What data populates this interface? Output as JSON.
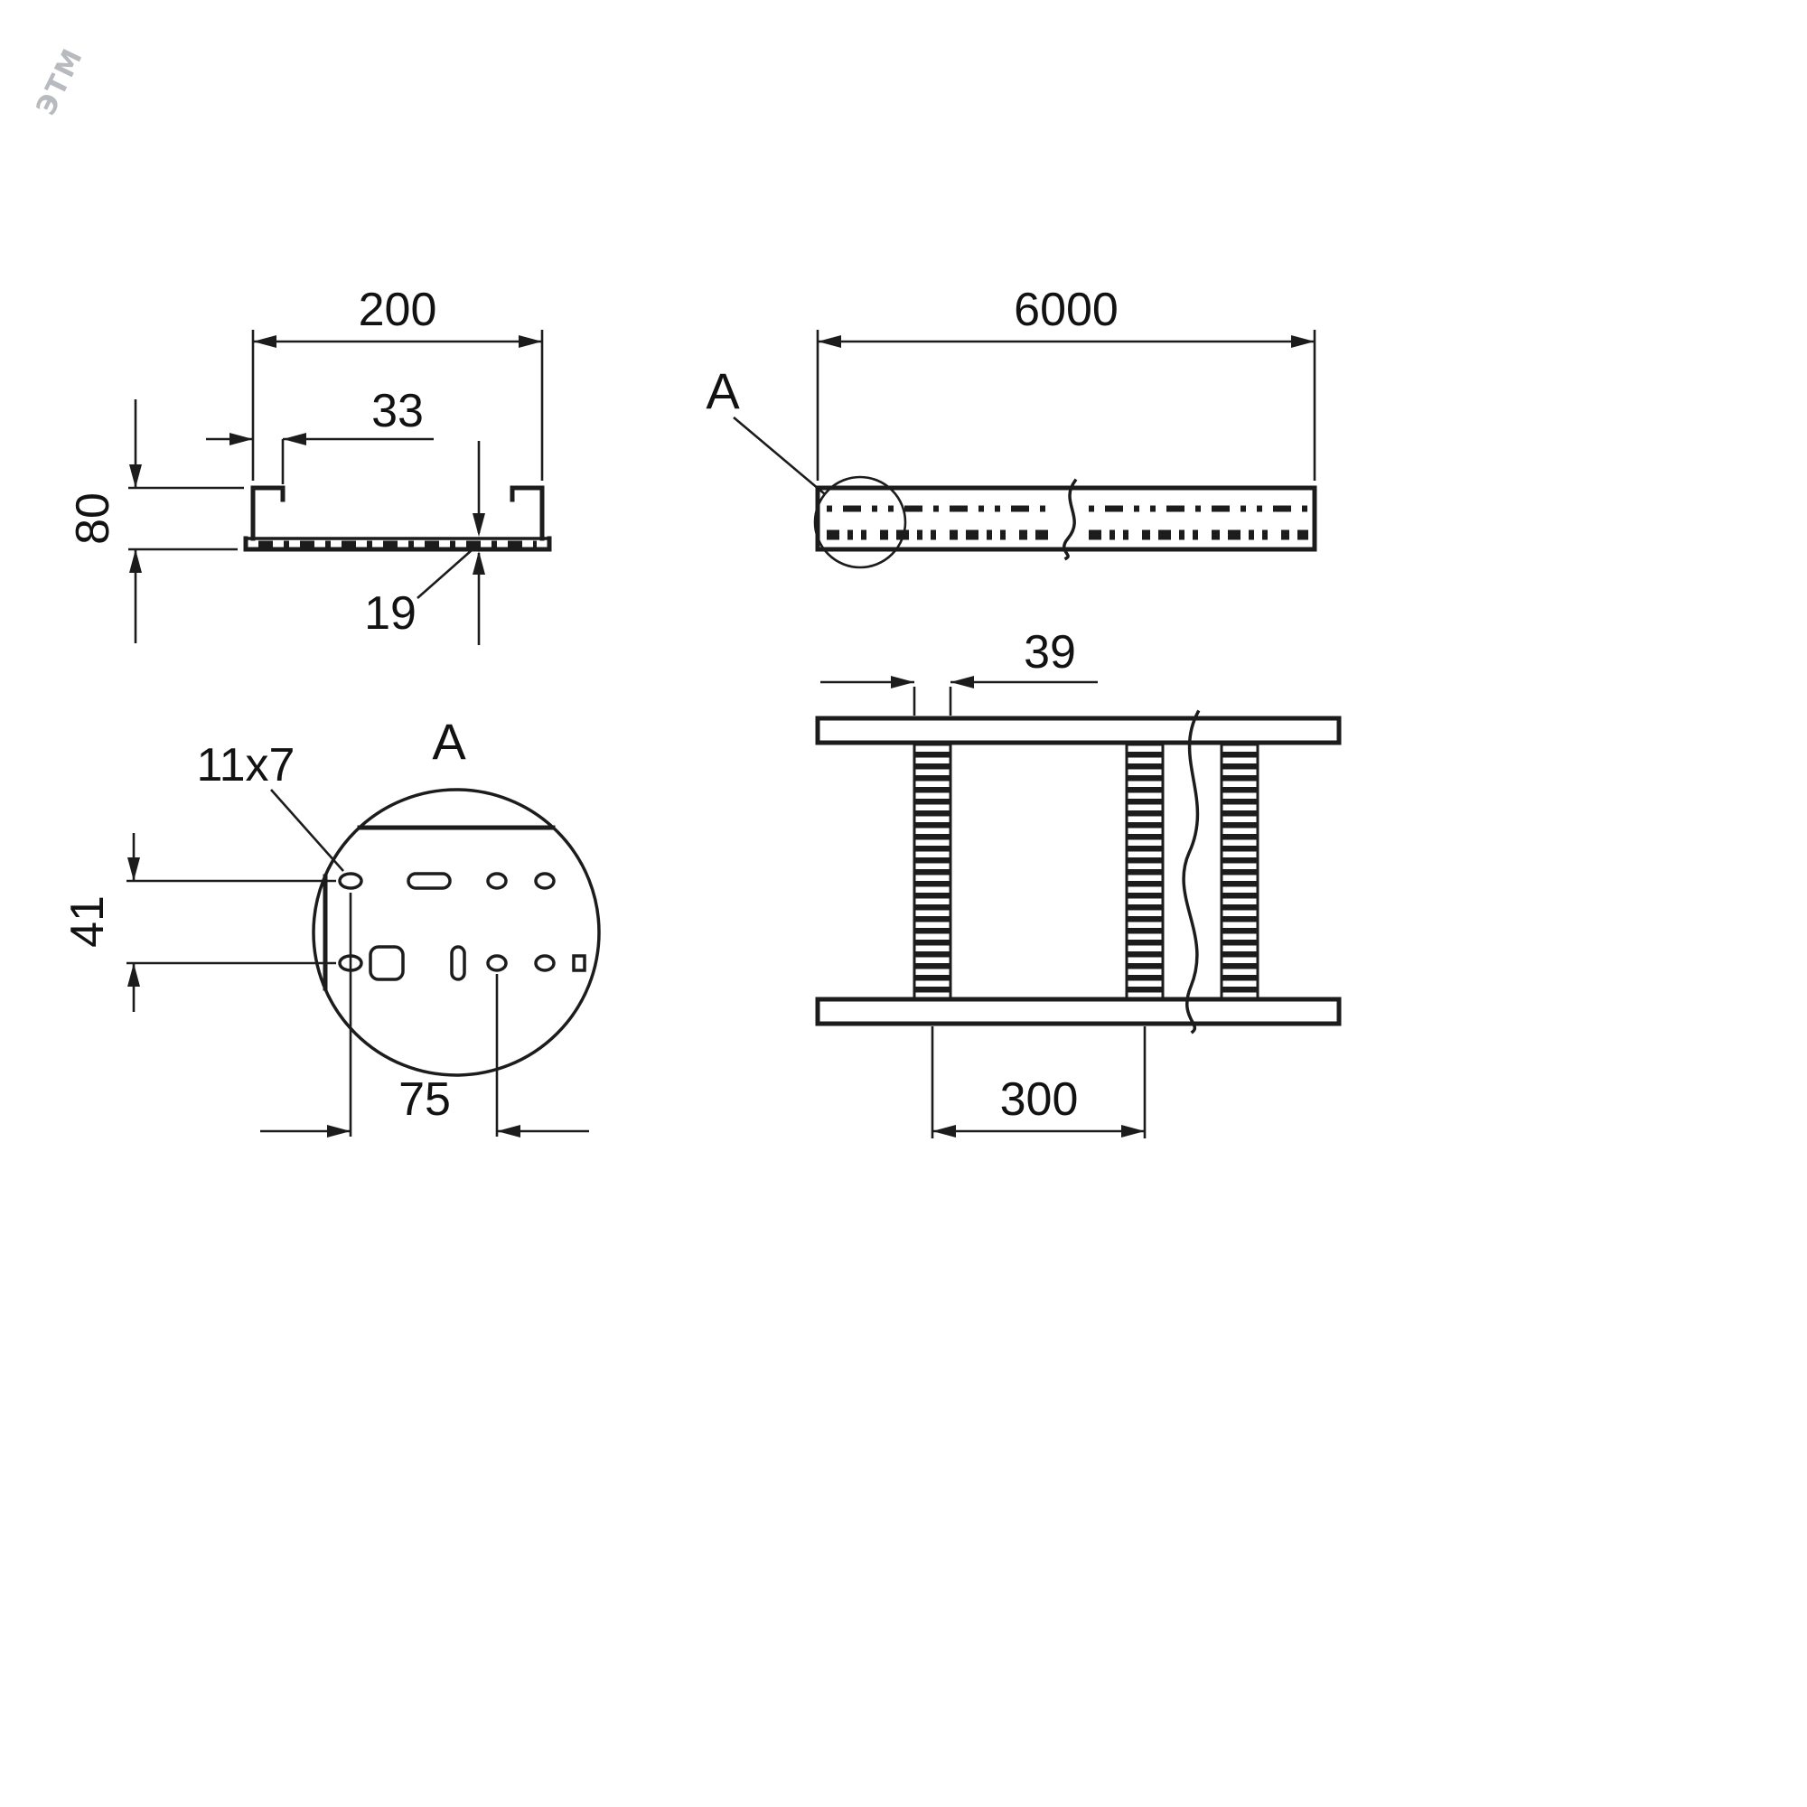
{
  "watermark": {
    "text": "ЭТМ"
  },
  "drawing": {
    "cross_section": {
      "dim_width": "200",
      "dim_lip": "33",
      "dim_height": "80",
      "dim_bottom": "19"
    },
    "side_view": {
      "dim_length": "6000",
      "detail_ref": "A"
    },
    "detail": {
      "title": "A",
      "dim_hole": "11x7",
      "dim_row_spacing": "41",
      "dim_hole_spacing": "75"
    },
    "plan_view": {
      "dim_rung_width": "39",
      "dim_rung_spacing": "300"
    }
  }
}
